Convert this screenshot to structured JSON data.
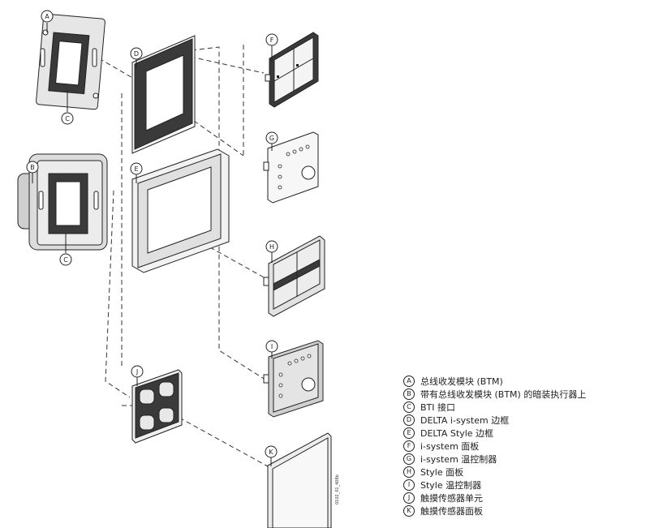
{
  "callouts": {
    "a": "A",
    "b": "B",
    "c1": "C",
    "c2": "C",
    "d": "D",
    "e": "E",
    "f": "F",
    "g": "G",
    "h": "H",
    "i": "I",
    "j": "J",
    "k": "K"
  },
  "drawing_code": "0102_01_408b",
  "legend": [
    {
      "letter": "A",
      "text": "总线收发模块 (BTM)"
    },
    {
      "letter": "B",
      "text": "带有总线收发模块 (BTM) 的暗装执行器上"
    },
    {
      "letter": "C",
      "text": "BTI 接口"
    },
    {
      "letter": "D",
      "text": "DELTA i-system 边框"
    },
    {
      "letter": "E",
      "text": "DELTA Style 边框"
    },
    {
      "letter": "F",
      "text": "i-system 面板"
    },
    {
      "letter": "G",
      "text": "i-system 温控制器"
    },
    {
      "letter": "H",
      "text": "Style 面板"
    },
    {
      "letter": "I",
      "text": "Style 温控制器"
    },
    {
      "letter": "J",
      "text": "触摸传感器单元"
    },
    {
      "letter": "K",
      "text": "触摸传感器面板"
    }
  ],
  "colors": {
    "line": "#222222",
    "gray_light": "#e6e6e6",
    "gray_mid": "#cfcfcf",
    "gray_dark": "#3a3a3a"
  }
}
